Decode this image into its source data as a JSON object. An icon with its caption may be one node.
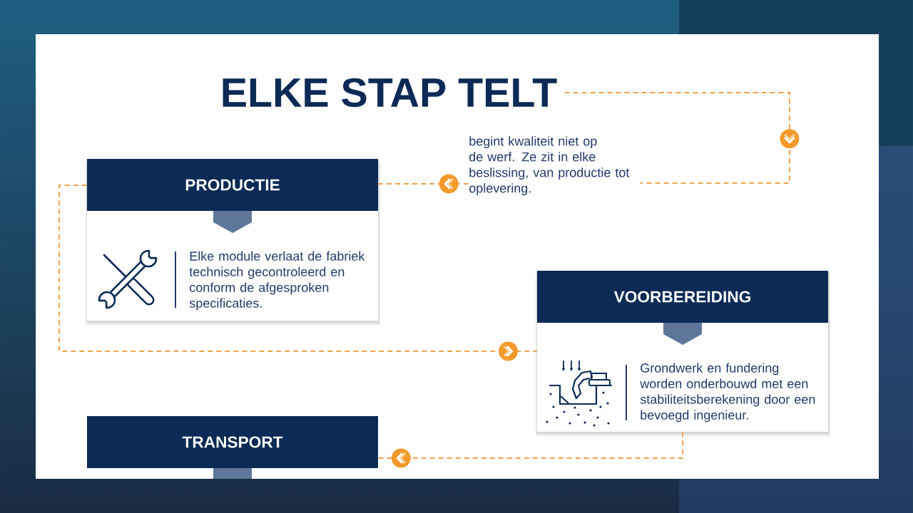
{
  "diagram": {
    "nodes": [
      {
        "text": [
          "ELKE STAP TELT"
        ]
      },
      {
        "text": [
          "begint kwaliteit niet op de werf. Ze zit in elke beslissing, van productie tot oplevering."
        ]
      },
      {
        "text": [
          "PRODUCTIE",
          "Elke module verlaat de fabriek technisch gecontroleerd en conform de afgesproken specificaties."
        ]
      },
      {
        "text": [
          "VOORBEREIDING",
          "Grondwerk en fundering worden onderbouwd met een stabiliteitsberekening door een bevoegd ingenieur."
        ]
      },
      {
        "text": [
          "TRANSPORT"
        ]
      }
    ],
    "edges": [
      {
        "from": 0,
        "to": 1,
        "arrow": "to",
        "style": "dashed"
      },
      {
        "from": 1,
        "to": 2,
        "arrow": "to",
        "style": "dashed"
      },
      {
        "from": 2,
        "to": 3,
        "arrow": "to",
        "style": "dashed"
      },
      {
        "from": 3,
        "to": 4,
        "arrow": "to",
        "style": "dashed"
      }
    ]
  }
}
